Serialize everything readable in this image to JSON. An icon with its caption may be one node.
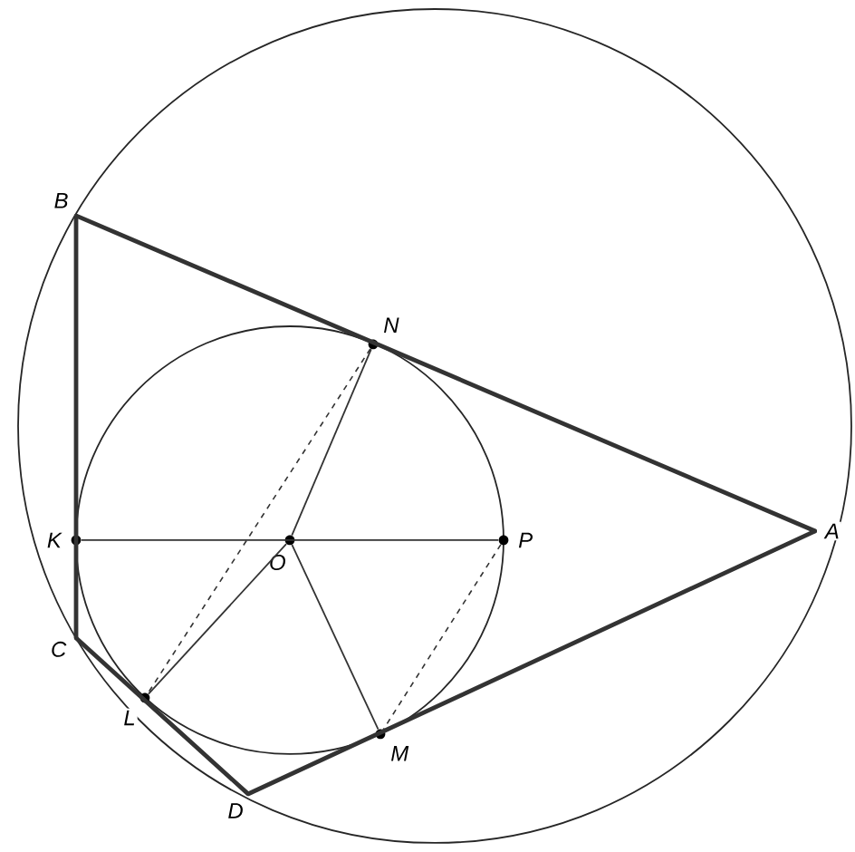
{
  "diagram": {
    "nodes": [
      {
        "text": [
          "B"
        ]
      },
      {
        "text": [
          "N"
        ]
      },
      {
        "text": [
          "K"
        ]
      },
      {
        "text": [
          "O"
        ]
      },
      {
        "text": [
          "P"
        ]
      },
      {
        "text": [
          "A"
        ]
      },
      {
        "text": [
          "C"
        ]
      },
      {
        "text": [
          "L"
        ]
      },
      {
        "text": [
          "M"
        ]
      },
      {
        "text": [
          "D"
        ]
      }
    ],
    "edges": [
      {
        "from": 0,
        "to": 5,
        "arrow": "none",
        "style": "thick"
      },
      {
        "from": 5,
        "to": 9,
        "arrow": "none",
        "style": "thick"
      },
      {
        "from": 9,
        "to": 6,
        "arrow": "none",
        "style": "thick"
      },
      {
        "from": 6,
        "to": 0,
        "arrow": "none",
        "style": "thick"
      },
      {
        "from": 2,
        "to": 4,
        "arrow": "none"
      },
      {
        "from": 3,
        "to": 1,
        "arrow": "none"
      },
      {
        "from": 3,
        "to": 7,
        "arrow": "none"
      },
      {
        "from": 3,
        "to": 8,
        "arrow": "none"
      },
      {
        "from": 1,
        "to": 7,
        "arrow": "none",
        "style": "dashed"
      },
      {
        "from": 4,
        "to": 8,
        "arrow": "none",
        "style": "dashed"
      }
    ]
  }
}
